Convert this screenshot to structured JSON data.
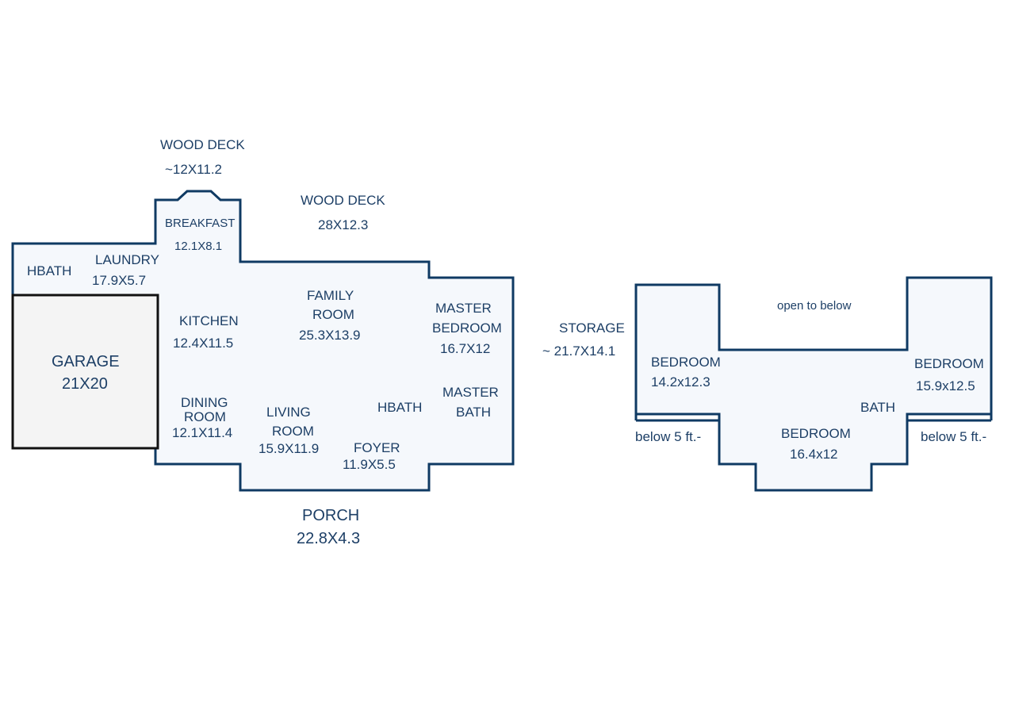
{
  "colors": {
    "wall": "#0f3a63",
    "floor": "#f5f8fc",
    "garage_floor": "#f4f4f4",
    "garage_wall": "#111111",
    "text": "#1d3f66"
  },
  "main_floor": {
    "wood_deck_small": {
      "name": "WOOD DECK",
      "size": "~12X11.2"
    },
    "wood_deck_large": {
      "name": "WOOD DECK",
      "size": "28X12.3"
    },
    "breakfast": {
      "name": "BREAKFAST",
      "size": "12.1X8.1"
    },
    "hbath_left": {
      "name": "HBATH"
    },
    "laundry": {
      "name": "LAUNDRY",
      "size": "17.9X5.7"
    },
    "family_room": {
      "name1": "FAMILY",
      "name2": "ROOM",
      "size": "25.3X13.9"
    },
    "master_bedroom": {
      "name1": "MASTER",
      "name2": "BEDROOM",
      "size": "16.7X12"
    },
    "kitchen": {
      "name": "KITCHEN",
      "size": "12.4X11.5"
    },
    "garage": {
      "name": "GARAGE",
      "size": "21X20"
    },
    "dining_room": {
      "name1": "DINING",
      "name2": "ROOM",
      "size": "12.1X11.4"
    },
    "living_room": {
      "name1": "LIVING",
      "name2": "ROOM",
      "size": "15.9X11.9"
    },
    "hbath_right": {
      "name": "HBATH"
    },
    "master_bath": {
      "name1": "MASTER",
      "name2": "BATH"
    },
    "foyer": {
      "name": "FOYER",
      "size": "11.9X5.5"
    },
    "porch": {
      "name": "PORCH",
      "size": "22.8X4.3"
    }
  },
  "storage": {
    "name": "STORAGE",
    "size": "~ 21.7X14.1"
  },
  "upper_floor": {
    "open_to_below": "open to below",
    "bedroom_left": {
      "name": "BEDROOM",
      "size": "14.2x12.3"
    },
    "bedroom_right": {
      "name": "BEDROOM",
      "size": "15.9x12.5"
    },
    "bath": {
      "name": "BATH"
    },
    "bedroom_center": {
      "name": "BEDROOM",
      "size": "16.4x12"
    },
    "below_left": "below 5 ft.-",
    "below_right": "below 5 ft.-"
  }
}
